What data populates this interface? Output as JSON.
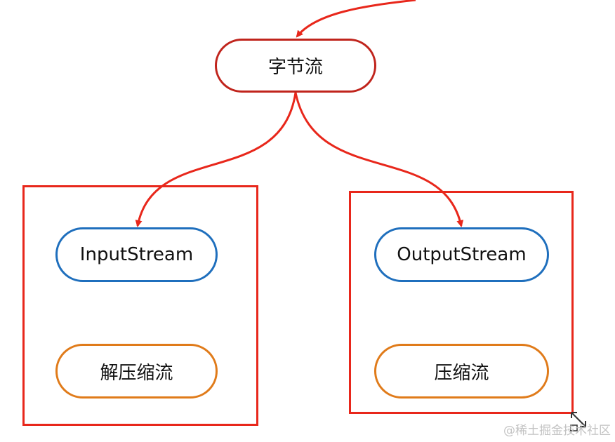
{
  "nodes": {
    "root": {
      "label": "字节流",
      "color": "#c0241c"
    },
    "input": {
      "label": "InputStream",
      "color": "#1f6fbd"
    },
    "output": {
      "label": "OutputStream",
      "color": "#1f6fbd"
    },
    "decompress": {
      "label": "解压缩流",
      "color": "#e07b1a"
    },
    "compress": {
      "label": "压缩流",
      "color": "#e07b1a"
    }
  },
  "colors": {
    "arrow": "#e8271b",
    "group_border": "#e8271b"
  },
  "watermark": "@稀土掘金技术社区"
}
